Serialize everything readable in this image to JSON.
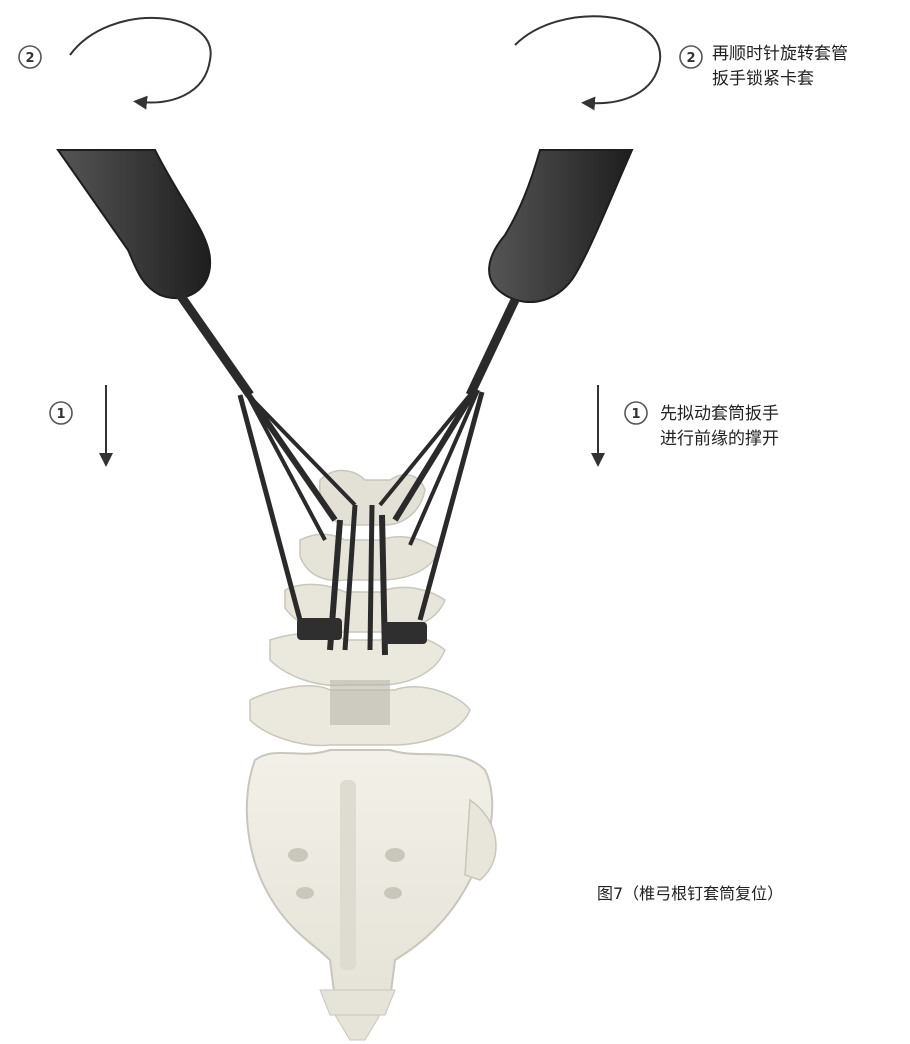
{
  "annotations": {
    "step1_left": {
      "number": "1"
    },
    "step2_left": {
      "number": "2"
    },
    "step1_right": {
      "number": "1",
      "line1": "先拟动套筒扳手",
      "line2": "进行前缘的撑开"
    },
    "step2_right": {
      "number": "2",
      "line1": "再顺时针旋转套管",
      "line2": "扳手锁紧卡套"
    }
  },
  "caption": "图7（椎弓根钉套筒复位）",
  "colors": {
    "handle": "#3a3a3a",
    "handle_shadow": "#222222",
    "rod": "#2a2a2a",
    "bone": "#eeece4",
    "bone_shade": "#c9c6bb",
    "badge_ring": "#555555"
  },
  "icons": {
    "arrow_rotate": "clockwise-rotate-arrow-icon",
    "arrow_down": "down-arrow-icon",
    "handle": "wrench-handle-icon"
  }
}
